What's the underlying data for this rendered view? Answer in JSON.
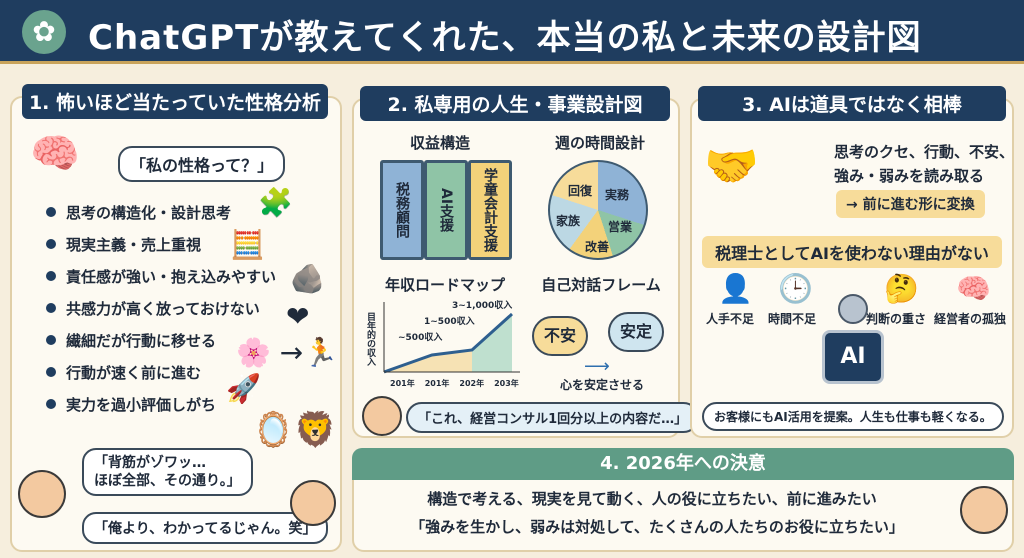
{
  "header": {
    "title": "ChatGPTが教えてくれた、本当の私と未来の設計図",
    "logo_icon": "openai-logo-icon"
  },
  "panel1": {
    "title": "1. 怖いほど当たっていた性格分析",
    "question": "「私の性格って？」",
    "items": [
      "思考の構造化・設計思考",
      "現実主義・売上重視",
      "責任感が強い・抱え込みやすい",
      "共感力が高く放っておけない",
      "繊細だが行動に移せる",
      "行動が速く前に進む",
      "実力を過小評価しがち"
    ],
    "woman_quote_1": "「背筋がゾワッ…",
    "woman_quote_2": "ほぼ全部、その通り。」",
    "man_quote": "「俺より、わかってるじゃん。笑」"
  },
  "panel2": {
    "title": "2. 私専用の人生・事業設計図",
    "revenue": {
      "title": "収益構造",
      "pillars": [
        "税務顧問",
        "AI支援",
        "学童会計支援"
      ]
    },
    "week": {
      "title": "週の時間設計",
      "slices": [
        "実務",
        "営業",
        "改善",
        "家族",
        "回復"
      ]
    },
    "roadmap": {
      "title": "年収ロードマップ",
      "ylabel": "目年的の収入",
      "labels": [
        "~500収入",
        "1~500収入",
        "3~1,000収入"
      ],
      "years": [
        "201年",
        "201年",
        "202年",
        "203年"
      ]
    },
    "dialog": {
      "title": "自己対話フレーム",
      "from": "不安",
      "to": "安定",
      "caption": "心を安定させる"
    },
    "quote": "「これ、経営コンサル1回分以上の内容だ…」"
  },
  "panel3": {
    "title": "3. AIは道具ではなく相棒",
    "text1": "思考のクセ、行動、不安、",
    "text2": "強み・弱みを読み取る",
    "arrow_text": "→ 前に進む形に変換",
    "banner": "税理士としてAIを使わない理由がない",
    "reasons": [
      "人手不足",
      "時間不足",
      "判断の重さ",
      "経営者の孤独"
    ],
    "robot_label": "AI",
    "quote": "お客様にもAI活用を提案。人生も仕事も軽くなる。"
  },
  "panel4": {
    "title": "4. 2026年への決意",
    "line1": "構造で考える、現実を見て動く、人の役に立ちたい、前に進みたい",
    "line2": "「強みを生かし、弱みは対処して、たくさんの人たちのお役に立ちたい」"
  }
}
